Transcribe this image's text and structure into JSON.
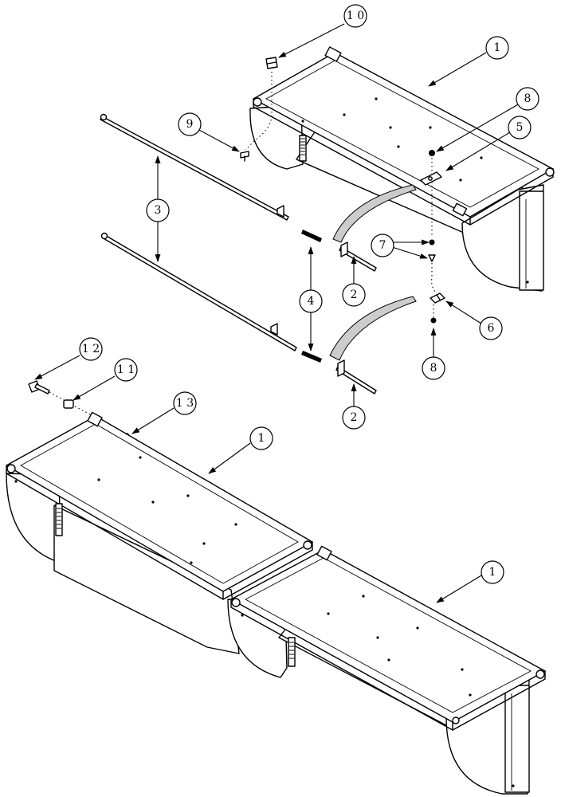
{
  "callouts": [
    {
      "id": "c1-top",
      "label": "1 0"
    },
    {
      "id": "c2",
      "label": "1"
    },
    {
      "id": "c3",
      "label": "8"
    },
    {
      "id": "c4",
      "label": "9"
    },
    {
      "id": "c5",
      "label": "5"
    },
    {
      "id": "c6",
      "label": "3"
    },
    {
      "id": "c7",
      "label": "7"
    },
    {
      "id": "c8",
      "label": "4"
    },
    {
      "id": "c9",
      "label": "2"
    },
    {
      "id": "c10",
      "label": "6"
    },
    {
      "id": "c11",
      "label": "8"
    },
    {
      "id": "c12",
      "label": "1 2"
    },
    {
      "id": "c13",
      "label": "1 1"
    },
    {
      "id": "c14",
      "label": "1 3"
    },
    {
      "id": "c15",
      "label": "2"
    },
    {
      "id": "c16",
      "label": "1"
    },
    {
      "id": "c17",
      "label": "1"
    }
  ],
  "colors": {
    "line": "#000000",
    "background": "#ffffff",
    "fill_part": "#ffffff"
  }
}
